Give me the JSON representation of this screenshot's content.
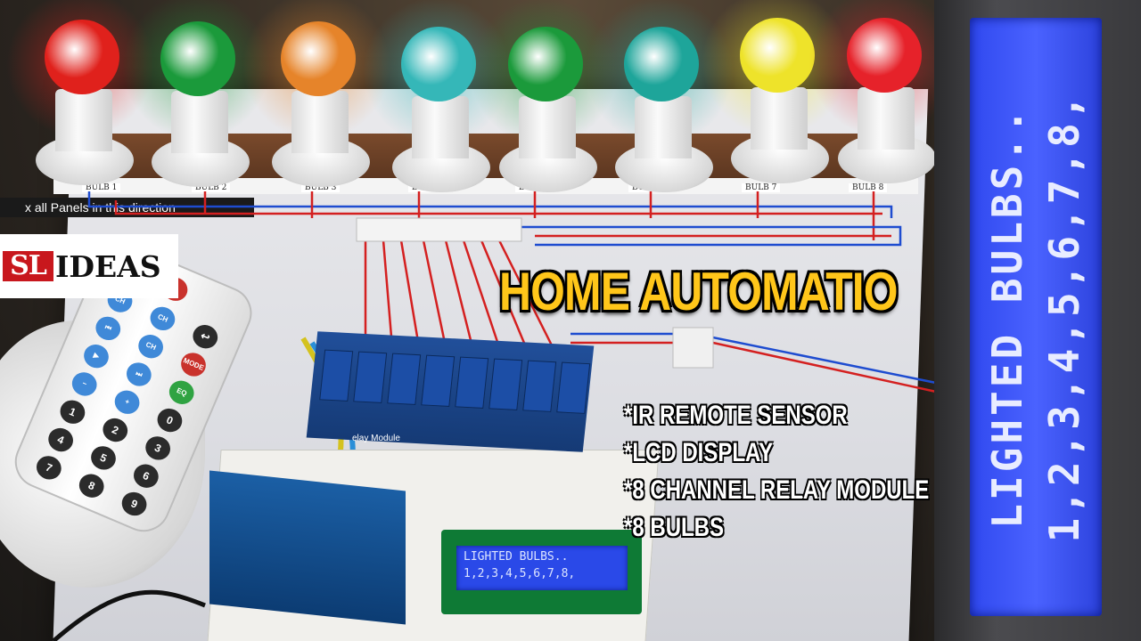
{
  "title": "HOME AUTOMATIO",
  "features": [
    "*IR REMOTE SENSOR",
    "*LCD DISPLAY",
    "*8 CHANNEL RELAY MODULE",
    "*8 BULBS"
  ],
  "logo": {
    "sl": "SL",
    "ideas": "IDEAS"
  },
  "board": {
    "notice": "x all Panels in this direction",
    "bulb_labels": [
      "BULB 1",
      "BULB 2",
      "BULB 3",
      "BULB 4",
      "BULB 5",
      "BULB 6",
      "BULB 7",
      "BULB 8"
    ],
    "relay_label": "elay Module"
  },
  "bulbs": [
    {
      "name": "bulb-1",
      "color": "#e0211c"
    },
    {
      "name": "bulb-2",
      "color": "#1b9a3b"
    },
    {
      "name": "bulb-3",
      "color": "#e6842a"
    },
    {
      "name": "bulb-4",
      "color": "#35b7b8"
    },
    {
      "name": "bulb-5",
      "color": "#1b9a3b"
    },
    {
      "name": "bulb-6",
      "color": "#1ea59a"
    },
    {
      "name": "bulb-7",
      "color": "#eee32a"
    },
    {
      "name": "bulb-8",
      "color": "#e6222a"
    }
  ],
  "lcd_small": {
    "line1": "LIGHTED BULBS..",
    "line2": "1,2,3,4,5,6,7,8,"
  },
  "lcd_big": {
    "line1": "LIGHTED BULBS..",
    "line2": "1,2,3,4,5,6,7,8,"
  },
  "remote_keys": [
    "1",
    "2",
    "3",
    "4",
    "5",
    "6",
    "7",
    "8",
    "9",
    "0",
    "CH",
    "CH",
    "CH",
    "MODE",
    "EQ"
  ]
}
